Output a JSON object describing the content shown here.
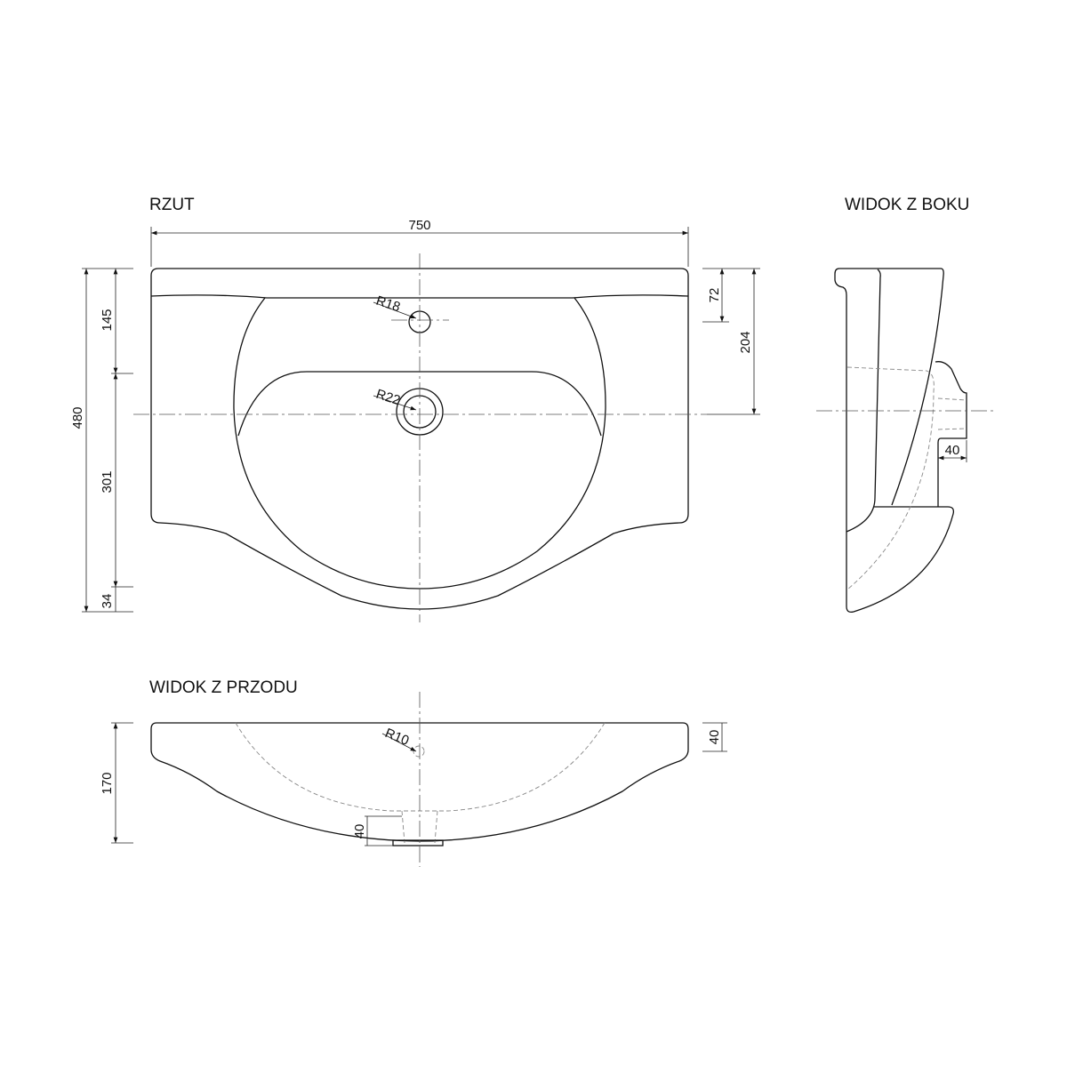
{
  "views": {
    "top": {
      "title": "RZUT"
    },
    "side": {
      "title": "WIDOK Z BOKU"
    },
    "front": {
      "title": "WIDOK Z PRZODU"
    }
  },
  "dimensions": {
    "top": {
      "width": "750",
      "depth": "480",
      "back_to_tap": "145",
      "tap_to_front": "301",
      "front_lip": "34",
      "ledge_depth": "72",
      "to_drain": "204",
      "tap_radius": "R18",
      "drain_radius": "R22"
    },
    "side": {
      "spigot": "40"
    },
    "front": {
      "height": "170",
      "rim": "40",
      "drain_height": "40",
      "radius": "R10"
    }
  }
}
